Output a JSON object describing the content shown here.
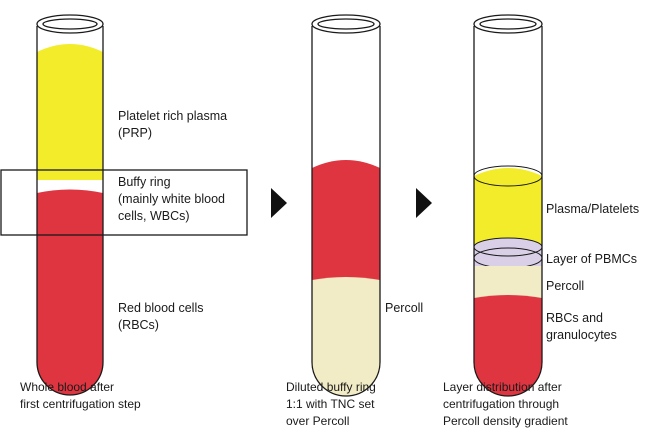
{
  "tube1": {
    "labels": {
      "prp": [
        "Platelet rich plasma",
        "(PRP)"
      ],
      "buffy": [
        "Buffy ring",
        "(mainly white blood",
        "cells, WBCs)"
      ],
      "rbc": [
        "Red blood cells",
        "(RBCs)"
      ]
    },
    "caption": [
      "Whole blood after",
      "first centrifugation step"
    ]
  },
  "tube2": {
    "labels": {
      "percoll": [
        "Percoll"
      ]
    },
    "caption": [
      "Diluted buffy ring",
      "1:1 with TNC set",
      "over Percoll"
    ]
  },
  "tube3": {
    "labels": {
      "plasma": [
        "Plasma/Platelets"
      ],
      "pbmc": [
        "Layer of PBMCs"
      ],
      "percoll": [
        "Percoll"
      ],
      "rbc": [
        "RBCs and",
        "granulocytes"
      ]
    },
    "caption": [
      "Layer distribution after",
      "centrifugation through",
      "Percoll density gradient"
    ]
  },
  "colors": {
    "yellow": "#f3ec2a",
    "red": "#df3540",
    "cream": "#f2ecc6",
    "lavender": "#d9cfe6",
    "outline": "#1a1a1a"
  }
}
